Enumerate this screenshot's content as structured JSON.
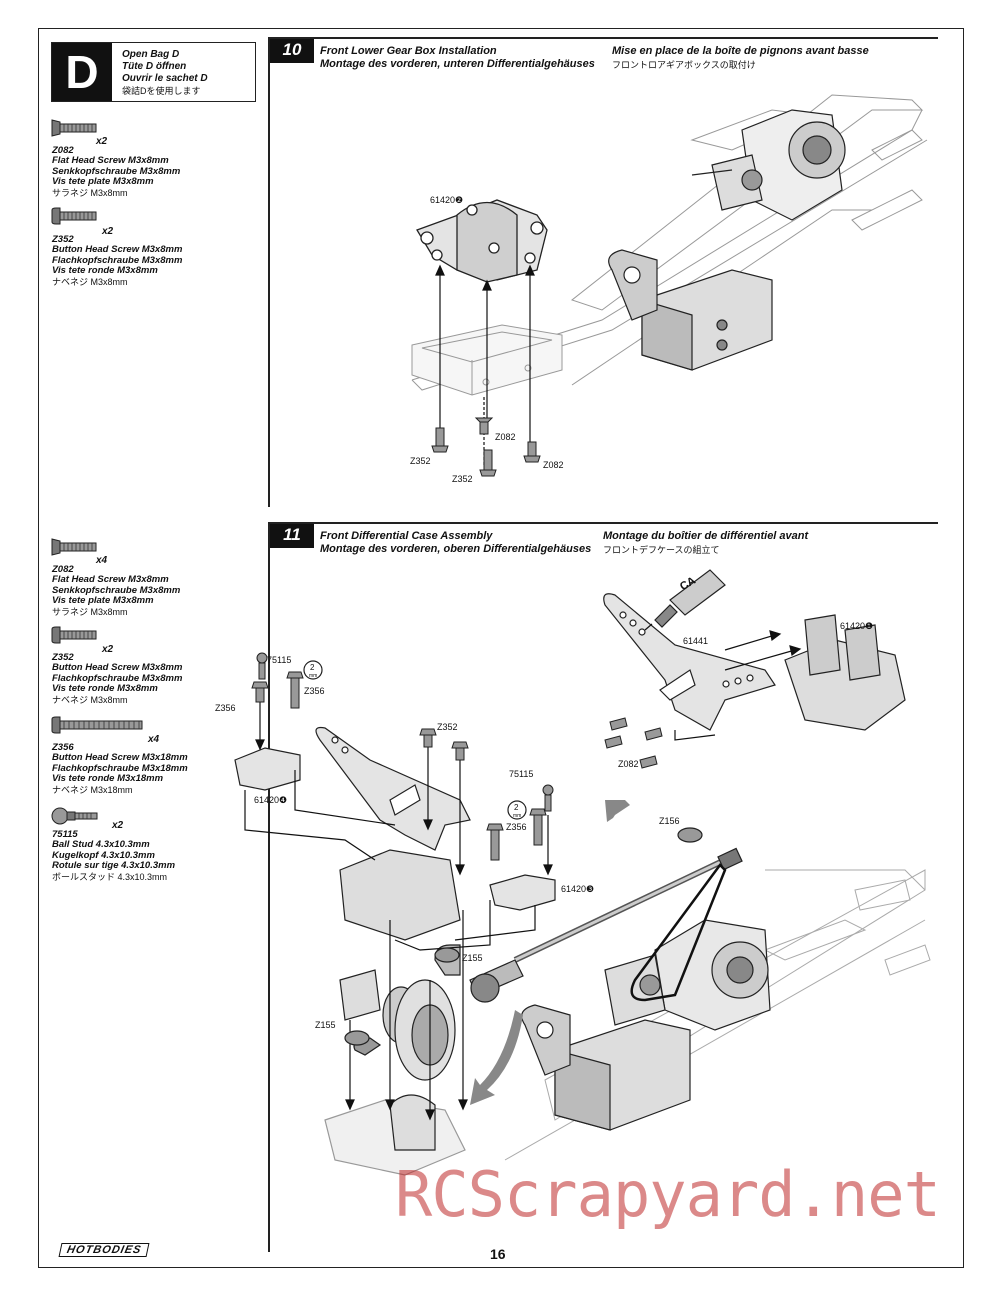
{
  "bag": {
    "letter": "D",
    "en": "Open Bag D",
    "de": "Tüte D öffnen",
    "fr": "Ouvrir le sachet D",
    "jp": "袋詰Dを使用します"
  },
  "parts_top": [
    {
      "qty": "x2",
      "code": "Z082",
      "en": "Flat Head Screw M3x8mm",
      "de": "Senkkopfschraube M3x8mm",
      "fr": "Vis tete plate M3x8mm",
      "jp": "サラネジ M3x8mm"
    },
    {
      "qty": "x2",
      "code": "Z352",
      "en": "Button Head Screw M3x8mm",
      "de": "Flachkopfschraube M3x8mm",
      "fr": "Vis tete ronde M3x8mm",
      "jp": "ナベネジ M3x8mm"
    }
  ],
  "parts_bottom": [
    {
      "qty": "x4",
      "code": "Z082",
      "en": "Flat Head Screw M3x8mm",
      "de": "Senkkopfschraube M3x8mm",
      "fr": "Vis tete plate M3x8mm",
      "jp": "サラネジ M3x8mm"
    },
    {
      "qty": "x2",
      "code": "Z352",
      "en": "Button Head Screw M3x8mm",
      "de": "Flachkopfschraube M3x8mm",
      "fr": "Vis tete ronde M3x8mm",
      "jp": "ナベネジ M3x8mm"
    },
    {
      "qty": "x4",
      "code": "Z356",
      "en": "Button Head Screw M3x18mm",
      "de": "Flachkopfschraube M3x18mm",
      "fr": "Vis tete ronde M3x18mm",
      "jp": "ナベネジ M3x18mm"
    },
    {
      "qty": "x2",
      "code": "75115",
      "en": "Ball Stud 4.3x10.3mm",
      "de": "Kugelkopf 4.3x10.3mm",
      "fr": "Rotule sur tige 4.3x10.3mm",
      "jp": "ボールスタッド 4.3x10.3mm"
    }
  ],
  "step10": {
    "number": "10",
    "en": "Front Lower Gear Box Installation",
    "de": "Montage des vorderen, unteren Differentialgehäuses",
    "fr": "Mise en place de la boîte de pignons avant basse",
    "jp": "フロントロアギアボックスの取付け",
    "labels": {
      "part": "61420❷",
      "z352a": "Z352",
      "z352b": "Z352",
      "z082a": "Z082",
      "z082b": "Z082"
    }
  },
  "step11": {
    "number": "11",
    "en": "Front Differential Case Assembly",
    "de": "Montage des vorderen, oberen Differentialgehäuses",
    "fr": "Montage du boîtier de différentiel avant",
    "jp": "フロントデフケースの組立て",
    "labels": {
      "ca": "CA",
      "p61441": "61441",
      "p61420_1": "61420❶",
      "z082": "Z082",
      "s75115a": "75115",
      "tool_a": "2",
      "tool_unit": "mm",
      "z356a": "Z356",
      "z356b": "Z356",
      "p61420_4": "61420❹",
      "z352": "Z352",
      "s75115b": "75115",
      "tool_b": "2",
      "z356c": "Z356",
      "p61420_3": "61420❸",
      "z156": "Z156",
      "z155a": "Z155",
      "z155b": "Z155"
    }
  },
  "footer": {
    "logo": "HOTBODIES",
    "page": "16"
  },
  "watermark": "RCScrapyard.net"
}
